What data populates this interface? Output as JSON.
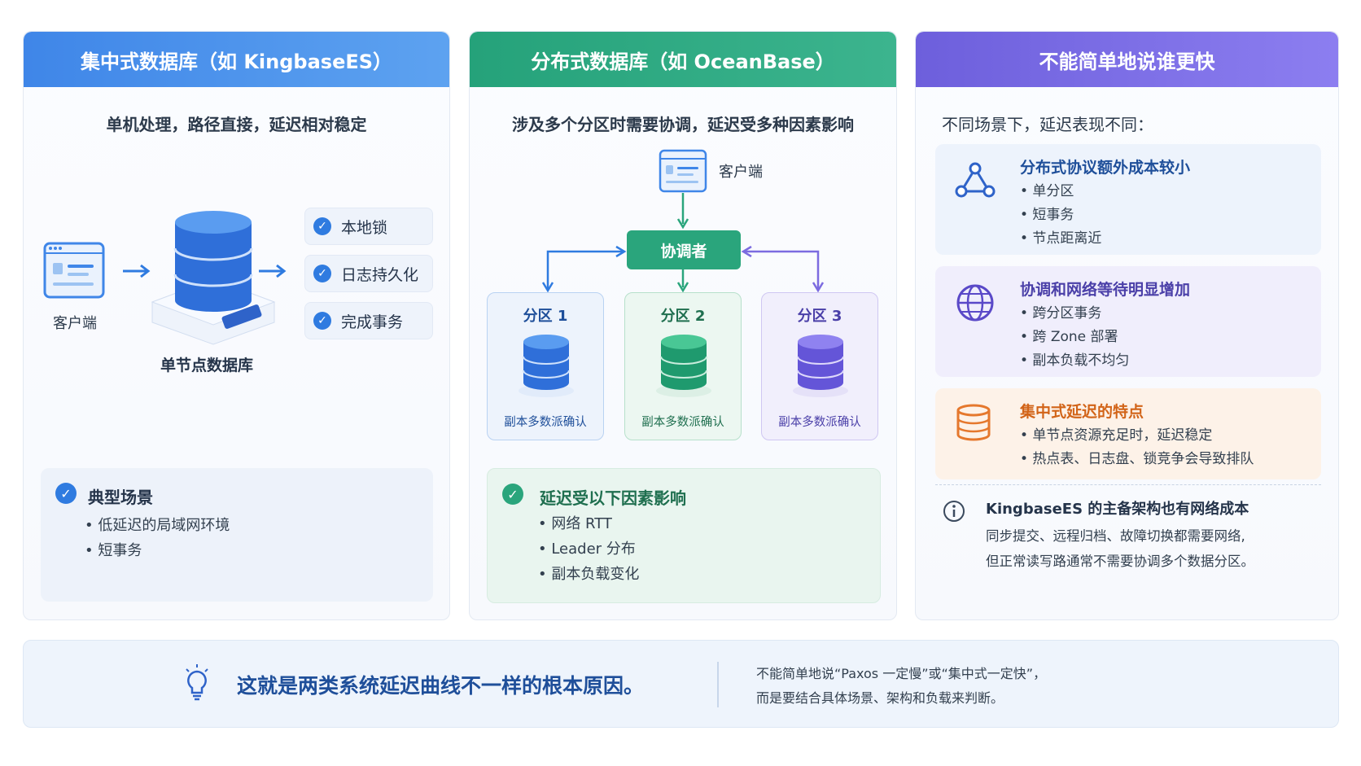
{
  "panel1": {
    "header": "集中式数据库（如 KingbaseES）",
    "subtitle": "单机处理，路径直接，延迟相对稳定",
    "client_label": "客户端",
    "server_label": "单节点数据库",
    "steps": [
      "本地锁",
      "日志持久化",
      "完成事务"
    ],
    "typical": {
      "title": "典型场景",
      "items": [
        "• 低延迟的局域网环境",
        "• 短事务"
      ]
    }
  },
  "panel2": {
    "header": "分布式数据库（如 OceanBase）",
    "subtitle": "涉及多个分区时需要协调，延迟受多种因素影响",
    "client_label": "客户端",
    "coordinator": "协调者",
    "partitions": [
      {
        "title": "分区 1",
        "caption": "副本多数派确认"
      },
      {
        "title": "分区 2",
        "caption": "副本多数派确认"
      },
      {
        "title": "分区 3",
        "caption": "副本多数派确认"
      }
    ],
    "latency": {
      "title": "延迟受以下因素影响",
      "items": [
        "•  网络 RTT",
        "•  Leader 分布",
        "•  副本负载变化"
      ]
    }
  },
  "panel3": {
    "header": "不能简单地说谁更快",
    "subtitle": "不同场景下，延迟表现不同：",
    "cards": [
      {
        "title": "分布式协议额外成本较小",
        "items": [
          "•  单分区",
          "•  短事务",
          "•  节点距离近"
        ]
      },
      {
        "title": "协调和网络等待明显增加",
        "items": [
          "•  跨分区事务",
          "•  跨 Zone 部署",
          "•  副本负载不均匀"
        ]
      },
      {
        "title": "集中式延迟的特点",
        "items": [
          "•  单节点资源充足时，延迟稳定",
          "•  热点表、日志盘、锁竞争会导致排队"
        ]
      }
    ],
    "note": {
      "title": "KingbaseES 的主备架构也有网络成本",
      "lines": [
        "同步提交、远程归档、故障切换都需要网络,",
        "但正常读写路通常不需要协调多个数据分区。"
      ]
    }
  },
  "footer": {
    "main": "这就是两类系统延迟曲线不一样的根本原因。",
    "side": [
      "不能简单地说“Paxos 一定慢”或“集中式一定快”，",
      "而是要结合具体场景、架构和负载来判断。"
    ]
  },
  "colors": {
    "blue": "#2f7be0",
    "green": "#2aa57c",
    "purple": "#6d5fdc",
    "orange": "#e5782d"
  }
}
